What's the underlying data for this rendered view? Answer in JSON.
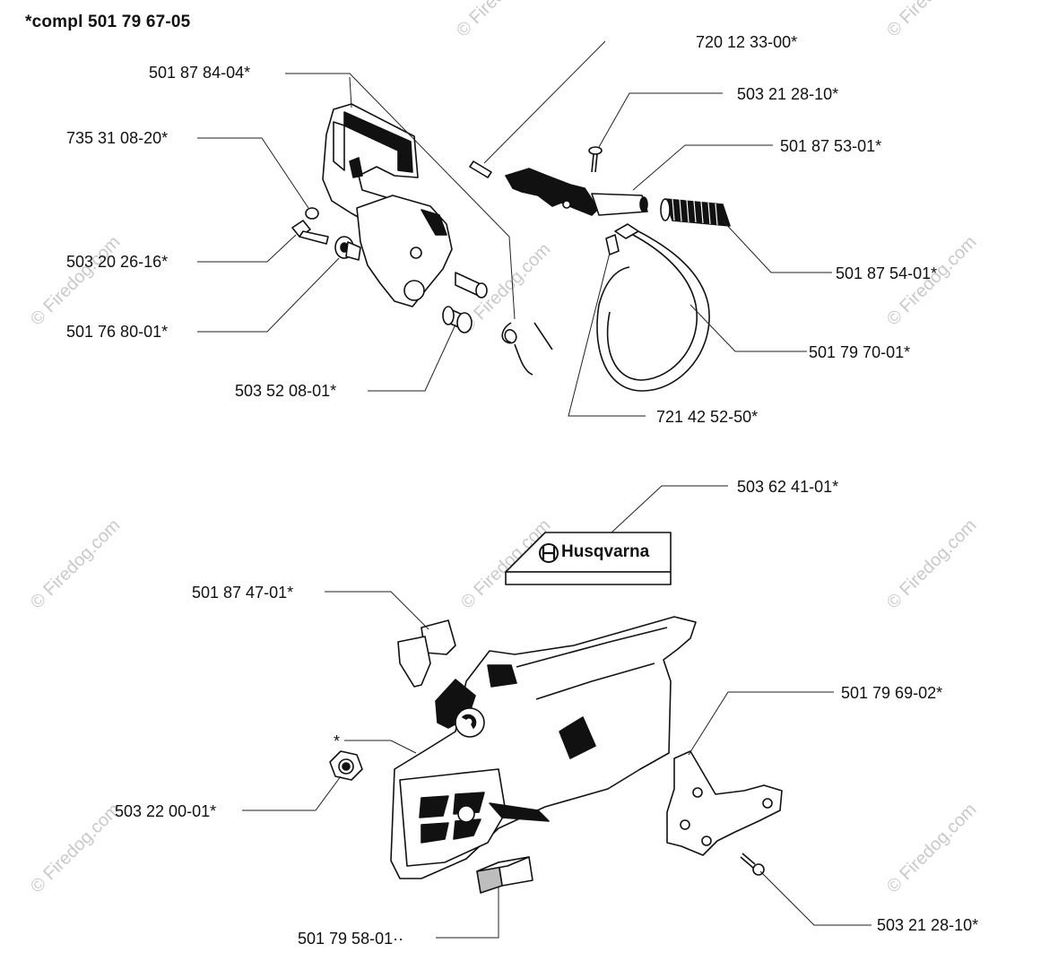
{
  "title": "*compl 501 79 67-05",
  "watermark": "© Firedog.com",
  "brand_text": "Husqvarna",
  "part_labels": {
    "top_720_12_33_00": "720 12 33-00*",
    "top_501_87_84_04": "501 87 84-04*",
    "top_503_21_28_10": "503 21 28-10*",
    "top_501_87_53_01": "501 87 53-01*",
    "top_735_31_08_20": "735 31 08-20*",
    "top_503_20_26_16": "503 20 26-16*",
    "top_501_87_54_01": "501 87 54-01*",
    "top_501_76_80_01": "501 76 80-01*",
    "top_501_79_70_01": "501 79 70-01*",
    "top_503_52_08_01": "503 52 08-01*",
    "top_721_42_52_50": "721 42 52-50*",
    "bot_503_62_41_01": "503 62 41-01*",
    "bot_501_87_47_01": "501 87 47-01*",
    "bot_501_79_69_02": "501 79 69-02*",
    "bot_star": "*",
    "bot_503_22_00_01": "503 22 00-01*",
    "bot_501_79_58_01": "501 79 58-01··",
    "bot_503_21_28_10": "503 21 28-10*"
  }
}
